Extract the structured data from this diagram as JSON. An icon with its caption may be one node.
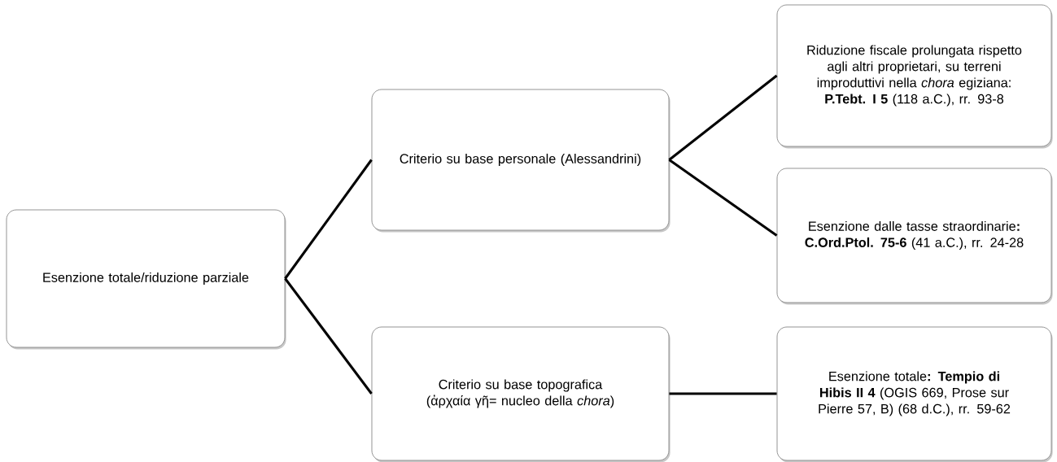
{
  "diagram": {
    "nodes": [
      {
        "text": [
          "Esenzione totale/riduzione parziale"
        ]
      },
      {
        "text": [
          "Criterio su base personale (Alessandrini)"
        ]
      },
      {
        "text": [
          "Criterio su base topografica (ἀρχαία γῆ= nucleo della *chora*)"
        ]
      },
      {
        "text": [
          "Riduzione fiscale prolungata rispetto agli altri proprietari, su terreni improduttivi nella *chora* egiziana:  **P.Tebt. I 5** (118 a.C.), rr. 93-8"
        ]
      },
      {
        "text": [
          "Esenzione dalle tasse straordinarie**: C.Ord.Ptol. 75-6** (41 a.C.), rr. 24-28"
        ]
      },
      {
        "text": [
          "Esenzione totale**: Tempio di Hibis II 4** (OGIS 669, Prose sur Pierre 57, B) (68 d.C.), rr. 59-62"
        ]
      }
    ],
    "edges": [
      {
        "from": 0,
        "to": 1,
        "arrow": "none"
      },
      {
        "from": 0,
        "to": 2,
        "arrow": "none"
      },
      {
        "from": 1,
        "to": 3,
        "arrow": "none"
      },
      {
        "from": 1,
        "to": 4,
        "arrow": "none"
      },
      {
        "from": 2,
        "to": 5,
        "arrow": "none"
      }
    ]
  }
}
